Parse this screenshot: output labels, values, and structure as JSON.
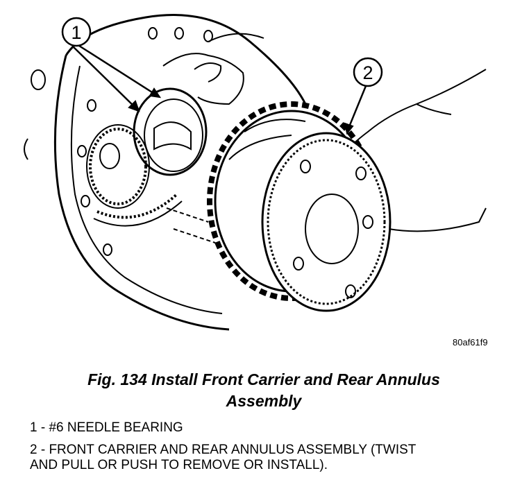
{
  "figure": {
    "callouts": [
      "1",
      "2"
    ],
    "image_code": "80af61f9",
    "caption_line1": "Fig. 134 Install Front Carrier and Rear Annulus",
    "caption_line2": "Assembly"
  },
  "legend": [
    {
      "text": "1 - #6 NEEDLE BEARING"
    },
    {
      "line1": "2 - FRONT CARRIER AND REAR ANNULUS ASSEMBLY (TWIST",
      "line2": "AND PULL OR PUSH TO REMOVE OR INSTALL)."
    }
  ]
}
